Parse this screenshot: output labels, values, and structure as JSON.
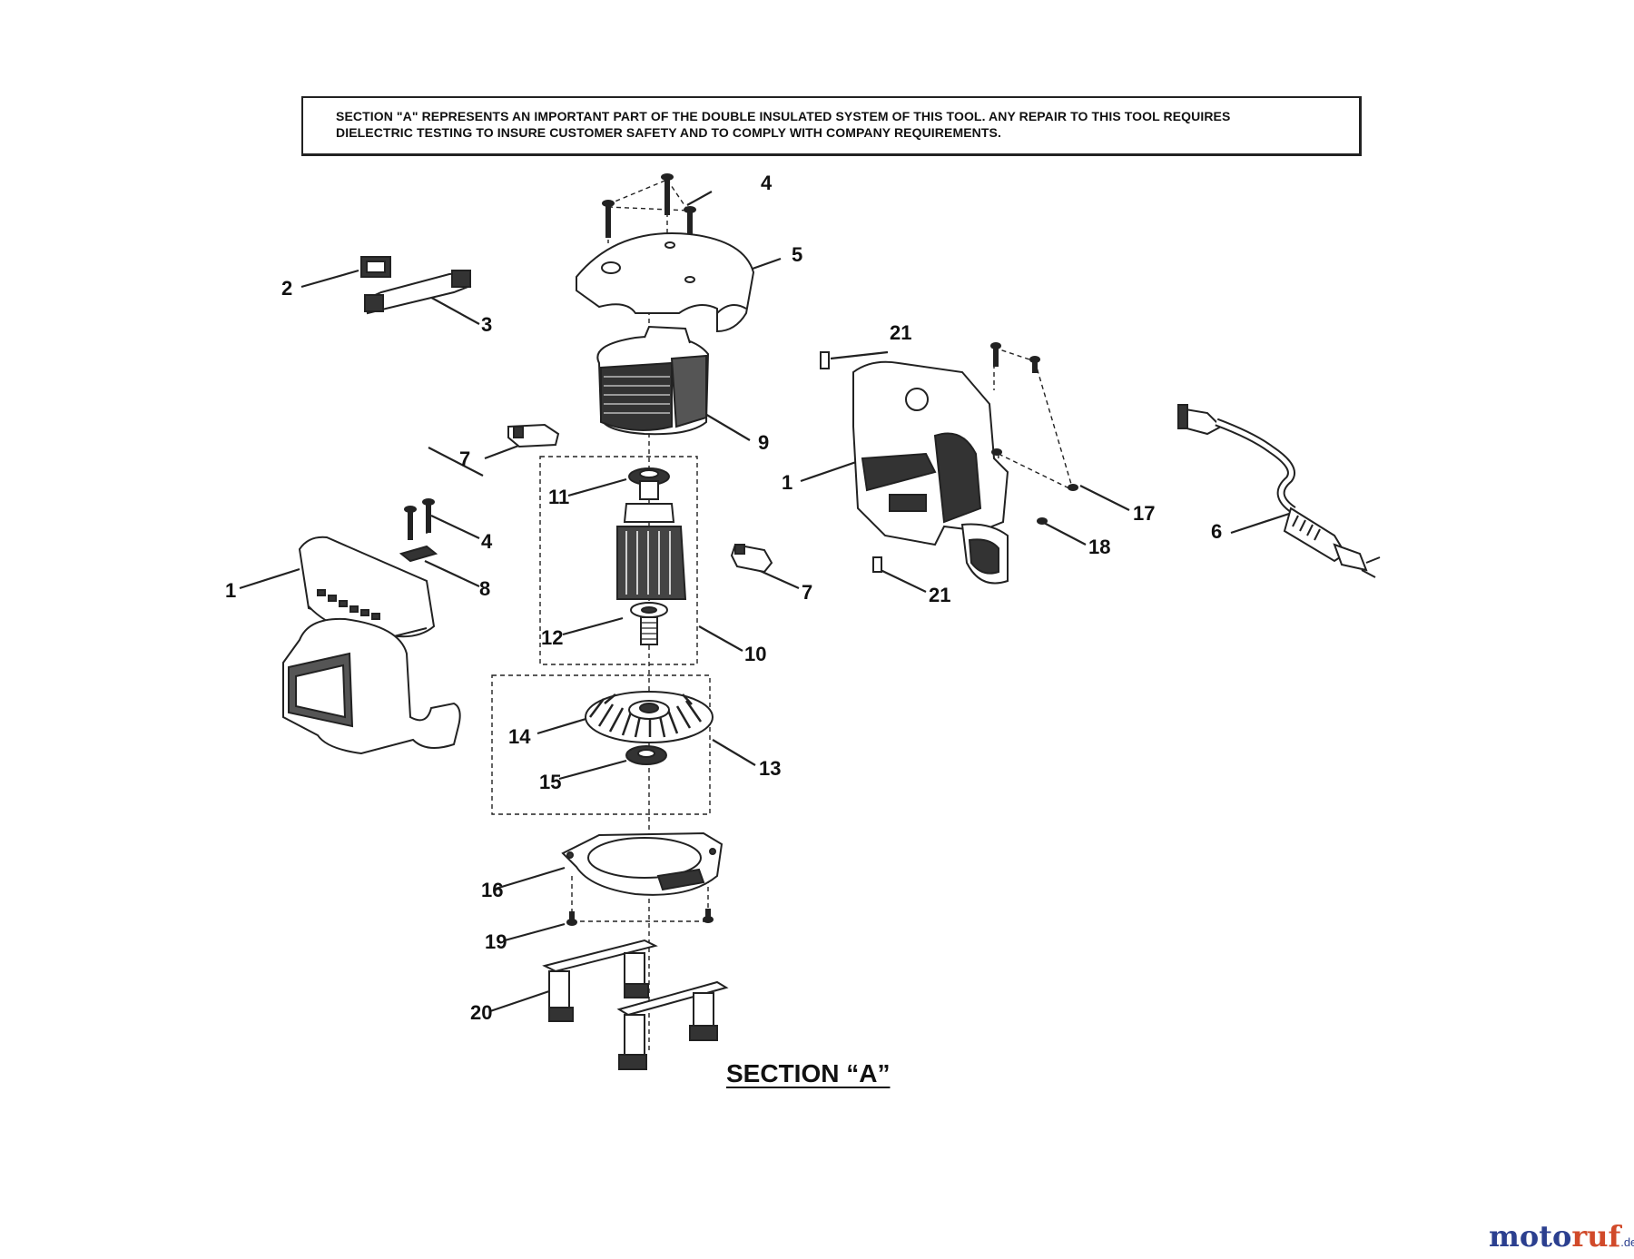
{
  "notice": {
    "line1": "SECTION \"A\" REPRESENTS AN IMPORTANT PART OF THE DOUBLE INSULATED SYSTEM OF THIS TOOL. ANY REPAIR TO THIS TOOL REQUIRES",
    "line2": "DIELECTRIC TESTING TO INSURE CUSTOMER SAFETY AND TO COMPLY WITH COMPANY REQUIREMENTS."
  },
  "section_label": "SECTION “A”",
  "callouts": {
    "c1_left": "1",
    "c1_right": "1",
    "c2": "2",
    "c3": "3",
    "c4_top": "4",
    "c4_mid": "4",
    "c5": "5",
    "c6": "6",
    "c7_left": "7",
    "c7_right": "7",
    "c8": "8",
    "c9": "9",
    "c10": "10",
    "c11": "11",
    "c12": "12",
    "c13": "13",
    "c14": "14",
    "c15": "15",
    "c16": "16",
    "c17": "17",
    "c18": "18",
    "c19": "19",
    "c20": "20",
    "c21_top": "21",
    "c21_bottom": "21"
  },
  "watermark": {
    "part1": "moto",
    "part2": "ruf",
    "suffix": ".de"
  }
}
